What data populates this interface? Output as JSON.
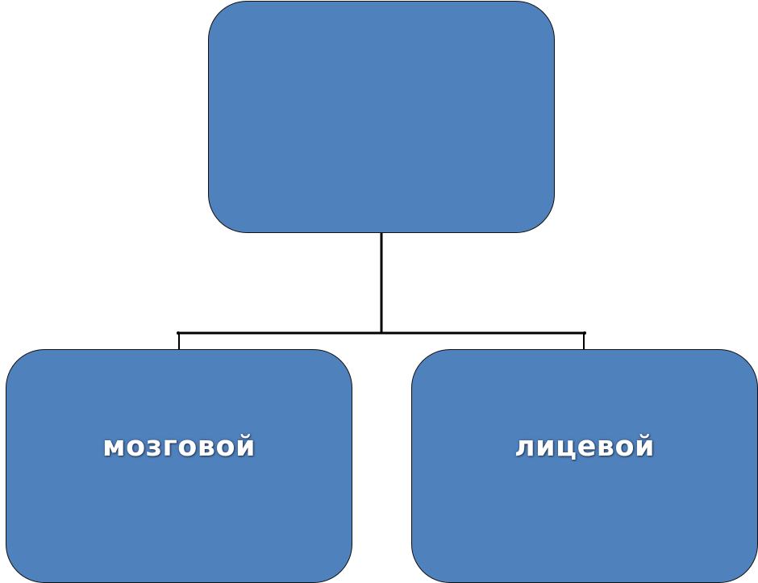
{
  "colors": {
    "node_fill": "#4f81bd",
    "node_border": "#111111",
    "connector": "#000000",
    "label_text": "#ffffff",
    "background": "#ffffff"
  },
  "diagram": {
    "type": "hierarchy",
    "root": {
      "label": ""
    },
    "children": [
      {
        "label": "мозговой"
      },
      {
        "label": "лицевой"
      }
    ]
  }
}
